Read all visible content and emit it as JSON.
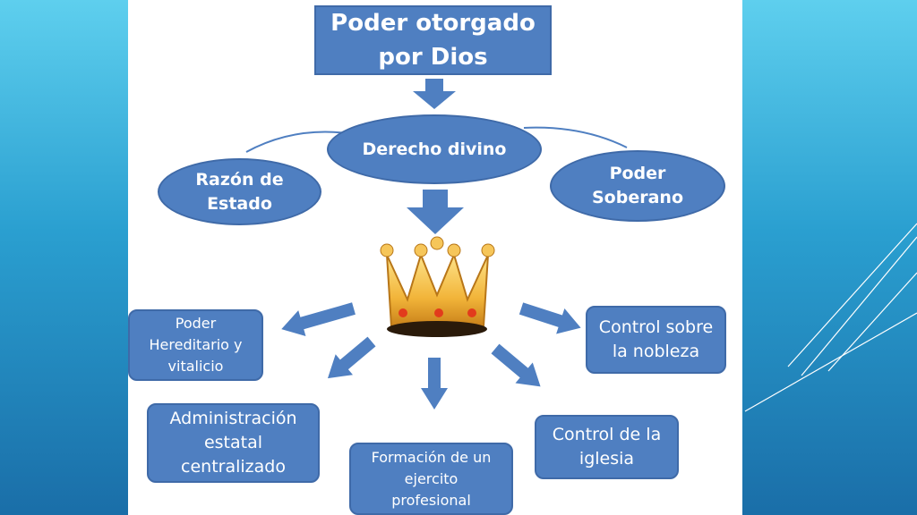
{
  "title": "Poder otorgado\npor Dios",
  "center": "Derecho divino",
  "left_ellipse": "Razón de\nEstado",
  "right_ellipse": "Poder\nSoberano",
  "outcomes": {
    "hereditario": "Poder\nHereditario y\nvitalicio",
    "administracion": "Administración\nestatal\ncentralizado",
    "ejercito": "Formación de un\nejercito\nprofesional",
    "iglesia": "Control de la\niglesia",
    "nobleza": "Control sobre\nla nobleza"
  },
  "icons": {
    "crown": "crown-icon"
  },
  "colors": {
    "node_fill": "#4f7fc1",
    "arrow_fill": "#4f7fc1",
    "background_top": "#5ecfee",
    "background_bottom": "#1a6ea8"
  }
}
